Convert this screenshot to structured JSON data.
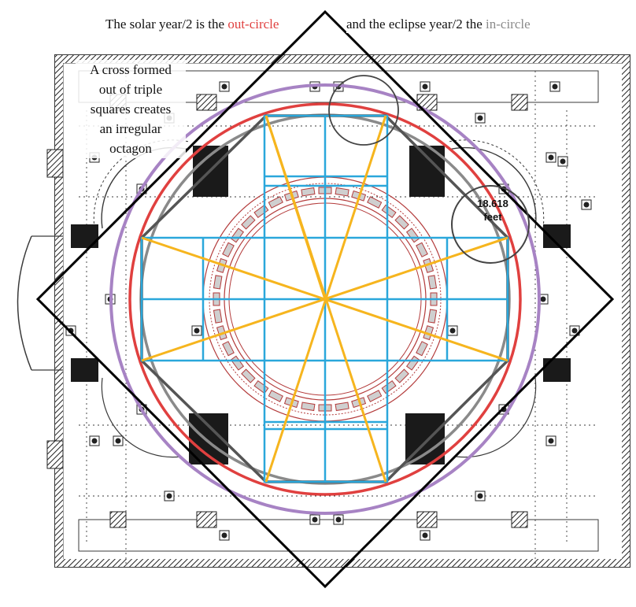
{
  "title": {
    "left_prefix": "The solar year/2 is the ",
    "left_highlight": "out-circle",
    "right_prefix": "and the eclipse year/2 the ",
    "right_highlight": "in-circle"
  },
  "side_note": {
    "lines": [
      "A cross formed",
      "out of triple",
      "squares creates",
      "an irregular",
      "octagon"
    ]
  },
  "measurement": {
    "value": "18.618",
    "unit": "feet"
  },
  "colors": {
    "out_circle": "#e0403f",
    "in_circle": "#8a8a8a",
    "outer_circle": "#a783c4",
    "grid": "#2aa7db",
    "rays": "#f6b51e",
    "octagon": "#555555",
    "diamond": "#000000",
    "plan_lines": "#3a3a3a",
    "dome_ring": "#b33a3a"
  }
}
